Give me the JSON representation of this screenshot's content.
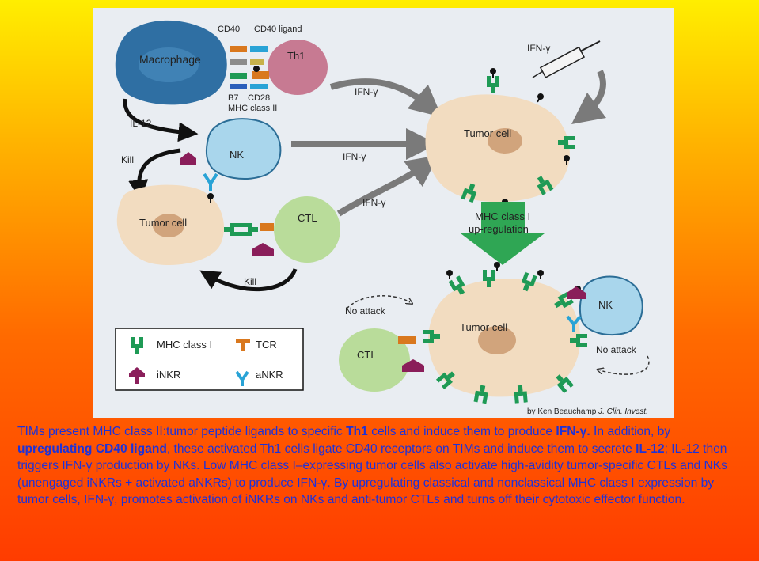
{
  "figure": {
    "labels": {
      "macrophage": "Macrophage",
      "th1": "Th1",
      "cd40": "CD40",
      "cd40_ligand": "CD40 ligand",
      "b7": "B7",
      "cd28": "CD28",
      "mhc_class_ii": "MHC class II",
      "il12": "IL-12",
      "kill_top": "Kill",
      "nk_top": "NK",
      "tumor_cell_left": "Tumor cell",
      "ctl_mid": "CTL",
      "kill_bottom": "Kill",
      "ifn_g_1": "IFN-γ",
      "ifn_g_2": "IFN-γ",
      "ifn_g_3": "IFN-γ",
      "ifn_g_syringe": "IFN-γ",
      "tumor_cell_top": "Tumor cell",
      "mhc_upreg_line1": "MHC class I",
      "mhc_upreg_line2": "up-regulation",
      "no_attack_1": "No attack",
      "no_attack_2": "No attack",
      "tumor_cell_bottom": "Tumor cell",
      "nk_bottom": "NK",
      "ctl_bottom": "CTL",
      "credit_prefix": "by Ken Beauchamp ",
      "credit_journal": "J. Clin. Invest."
    },
    "legend": {
      "mhc_class_i": "MHC class I",
      "tcr": "TCR",
      "inkr": "iNKR",
      "ankr": "aNKR"
    },
    "colors": {
      "mhc_class_i": "#1e9a55",
      "tcr": "#d9781e",
      "inkr": "#8a1e5a",
      "ankr": "#29a3d6",
      "tumor": "#f2dcc0",
      "nucleus": "#d1a47c",
      "macrophage": "#2f6fa3",
      "th1": "#c77a92",
      "nk": "#a9d6ec",
      "ctl": "#b9dc9a",
      "arrow": "#7a7a7a",
      "green_arrow": "#2fa654"
    }
  },
  "caption": {
    "t1": "TIMs present MHC class II:tumor peptide ligands to specific ",
    "b1": "Th1",
    "t2": " cells and induce them to produce ",
    "b2": "IFN-γ.",
    "t3": " In addition, by ",
    "b3": "upregulating CD40 ligand",
    "t4": ", these activated Th1 cells ligate CD40 receptors on TIMs and induce them to secrete ",
    "b4": "IL-12",
    "t5": "; IL-12 then triggers IFN-γ production by NKs. Low MHC class I–expressing tumor cells also activate high-avidity tumor-specific CTLs and NKs (unengaged iNKRs + activated aNKRs) to produce IFN-γ. By upregulating classical and nonclassical MHC class I expression by tumor cells, IFN-γ, promotes activation of iNKRs on NKs and anti-tumor CTLs and turns off their cytotoxic effector function."
  }
}
